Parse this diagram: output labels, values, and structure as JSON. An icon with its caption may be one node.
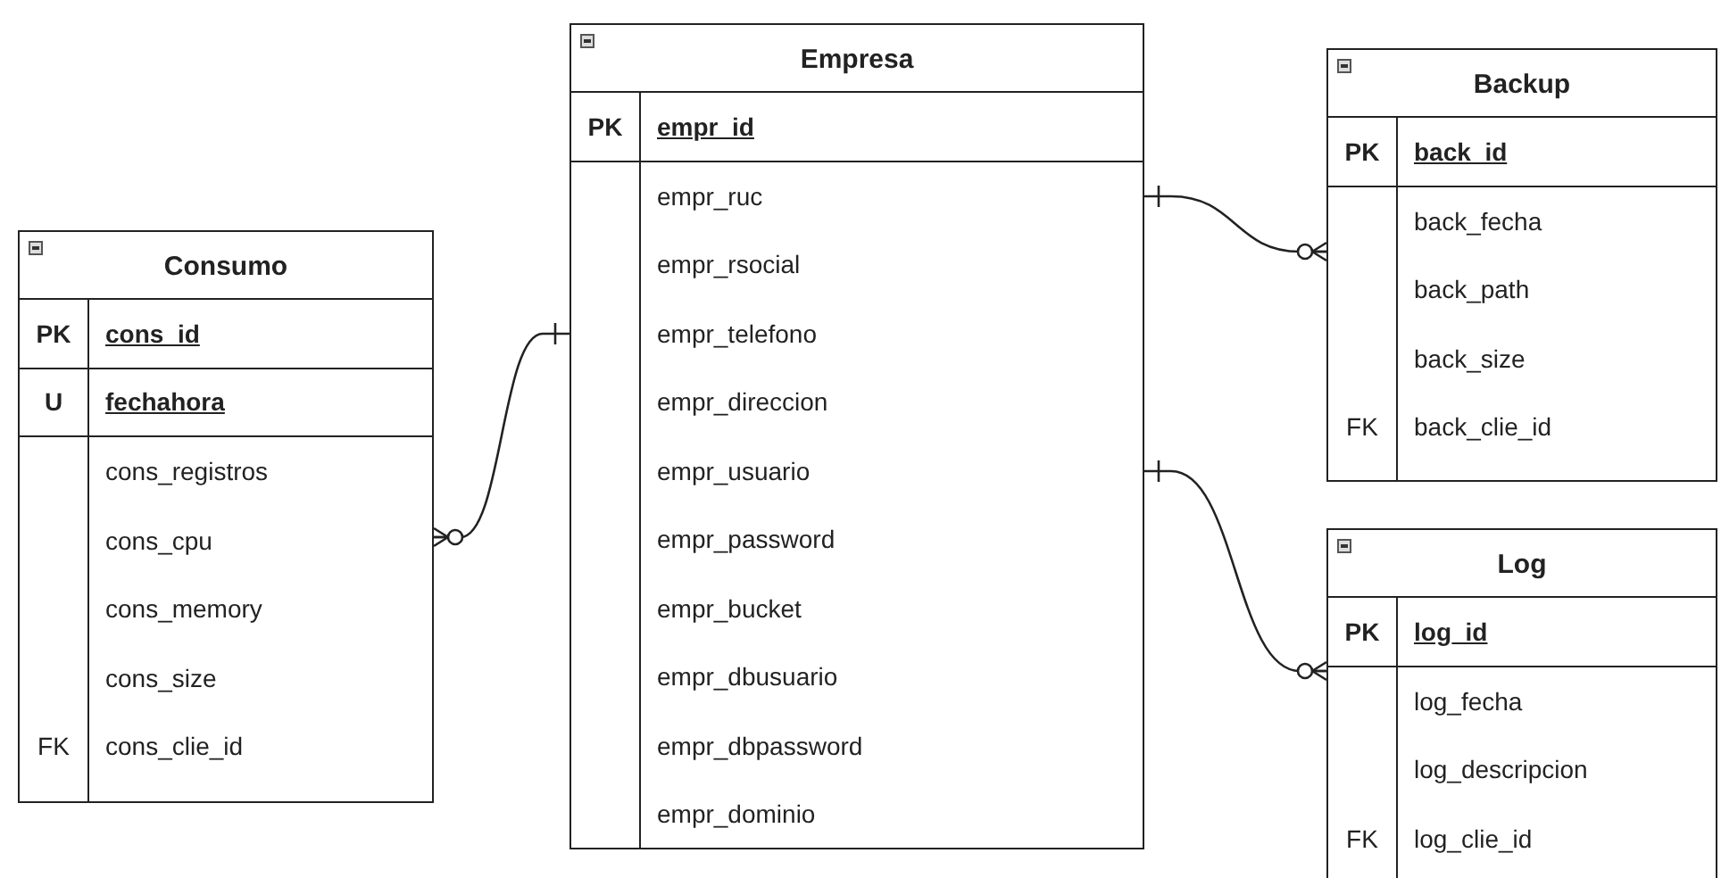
{
  "diagram": {
    "nodes": [
      {
        "text": [
          "Consumo"
        ]
      },
      {
        "text": [
          "PK",
          "cons_id"
        ],
        "in": 0
      },
      {
        "text": [
          "U",
          "fechahora"
        ],
        "in": 0
      },
      {
        "text": [
          "cons_registros"
        ],
        "in": 0
      },
      {
        "text": [
          "cons_cpu"
        ],
        "in": 0
      },
      {
        "text": [
          "cons_memory"
        ],
        "in": 0
      },
      {
        "text": [
          "cons_size"
        ],
        "in": 0
      },
      {
        "text": [
          "FK",
          "cons_clie_id"
        ],
        "in": 0
      },
      {
        "text": [
          "Empresa"
        ]
      },
      {
        "text": [
          "PK",
          "empr_id"
        ],
        "in": 8
      },
      {
        "text": [
          "empr_ruc"
        ],
        "in": 8
      },
      {
        "text": [
          "empr_rsocial"
        ],
        "in": 8
      },
      {
        "text": [
          "empr_telefono"
        ],
        "in": 8
      },
      {
        "text": [
          "empr_direccion"
        ],
        "in": 8
      },
      {
        "text": [
          "empr_usuario"
        ],
        "in": 8
      },
      {
        "text": [
          "empr_password"
        ],
        "in": 8
      },
      {
        "text": [
          "empr_bucket"
        ],
        "in": 8
      },
      {
        "text": [
          "empr_dbusuario"
        ],
        "in": 8
      },
      {
        "text": [
          "empr_dbpassword"
        ],
        "in": 8
      },
      {
        "text": [
          "empr_dominio"
        ],
        "in": 8
      },
      {
        "text": [
          "Backup"
        ]
      },
      {
        "text": [
          "PK",
          "back_id"
        ],
        "in": 20
      },
      {
        "text": [
          "back_fecha"
        ],
        "in": 20
      },
      {
        "text": [
          "back_path"
        ],
        "in": 20
      },
      {
        "text": [
          "back_size"
        ],
        "in": 20
      },
      {
        "text": [
          "FK",
          "back_clie_id"
        ],
        "in": 20
      },
      {
        "text": [
          "Log"
        ]
      },
      {
        "text": [
          "PK",
          "log_id"
        ],
        "in": 26
      },
      {
        "text": [
          "log_fecha"
        ],
        "in": 26
      },
      {
        "text": [
          "log_descripcion"
        ],
        "in": 26
      },
      {
        "text": [
          "FK",
          "log_clie_id"
        ],
        "in": 26
      }
    ],
    "edges": [
      {
        "from": 8,
        "to": 20,
        "arrow": "other"
      },
      {
        "from": 8,
        "to": 26,
        "arrow": "other"
      },
      {
        "from": 8,
        "to": 0,
        "arrow": "other"
      }
    ]
  }
}
